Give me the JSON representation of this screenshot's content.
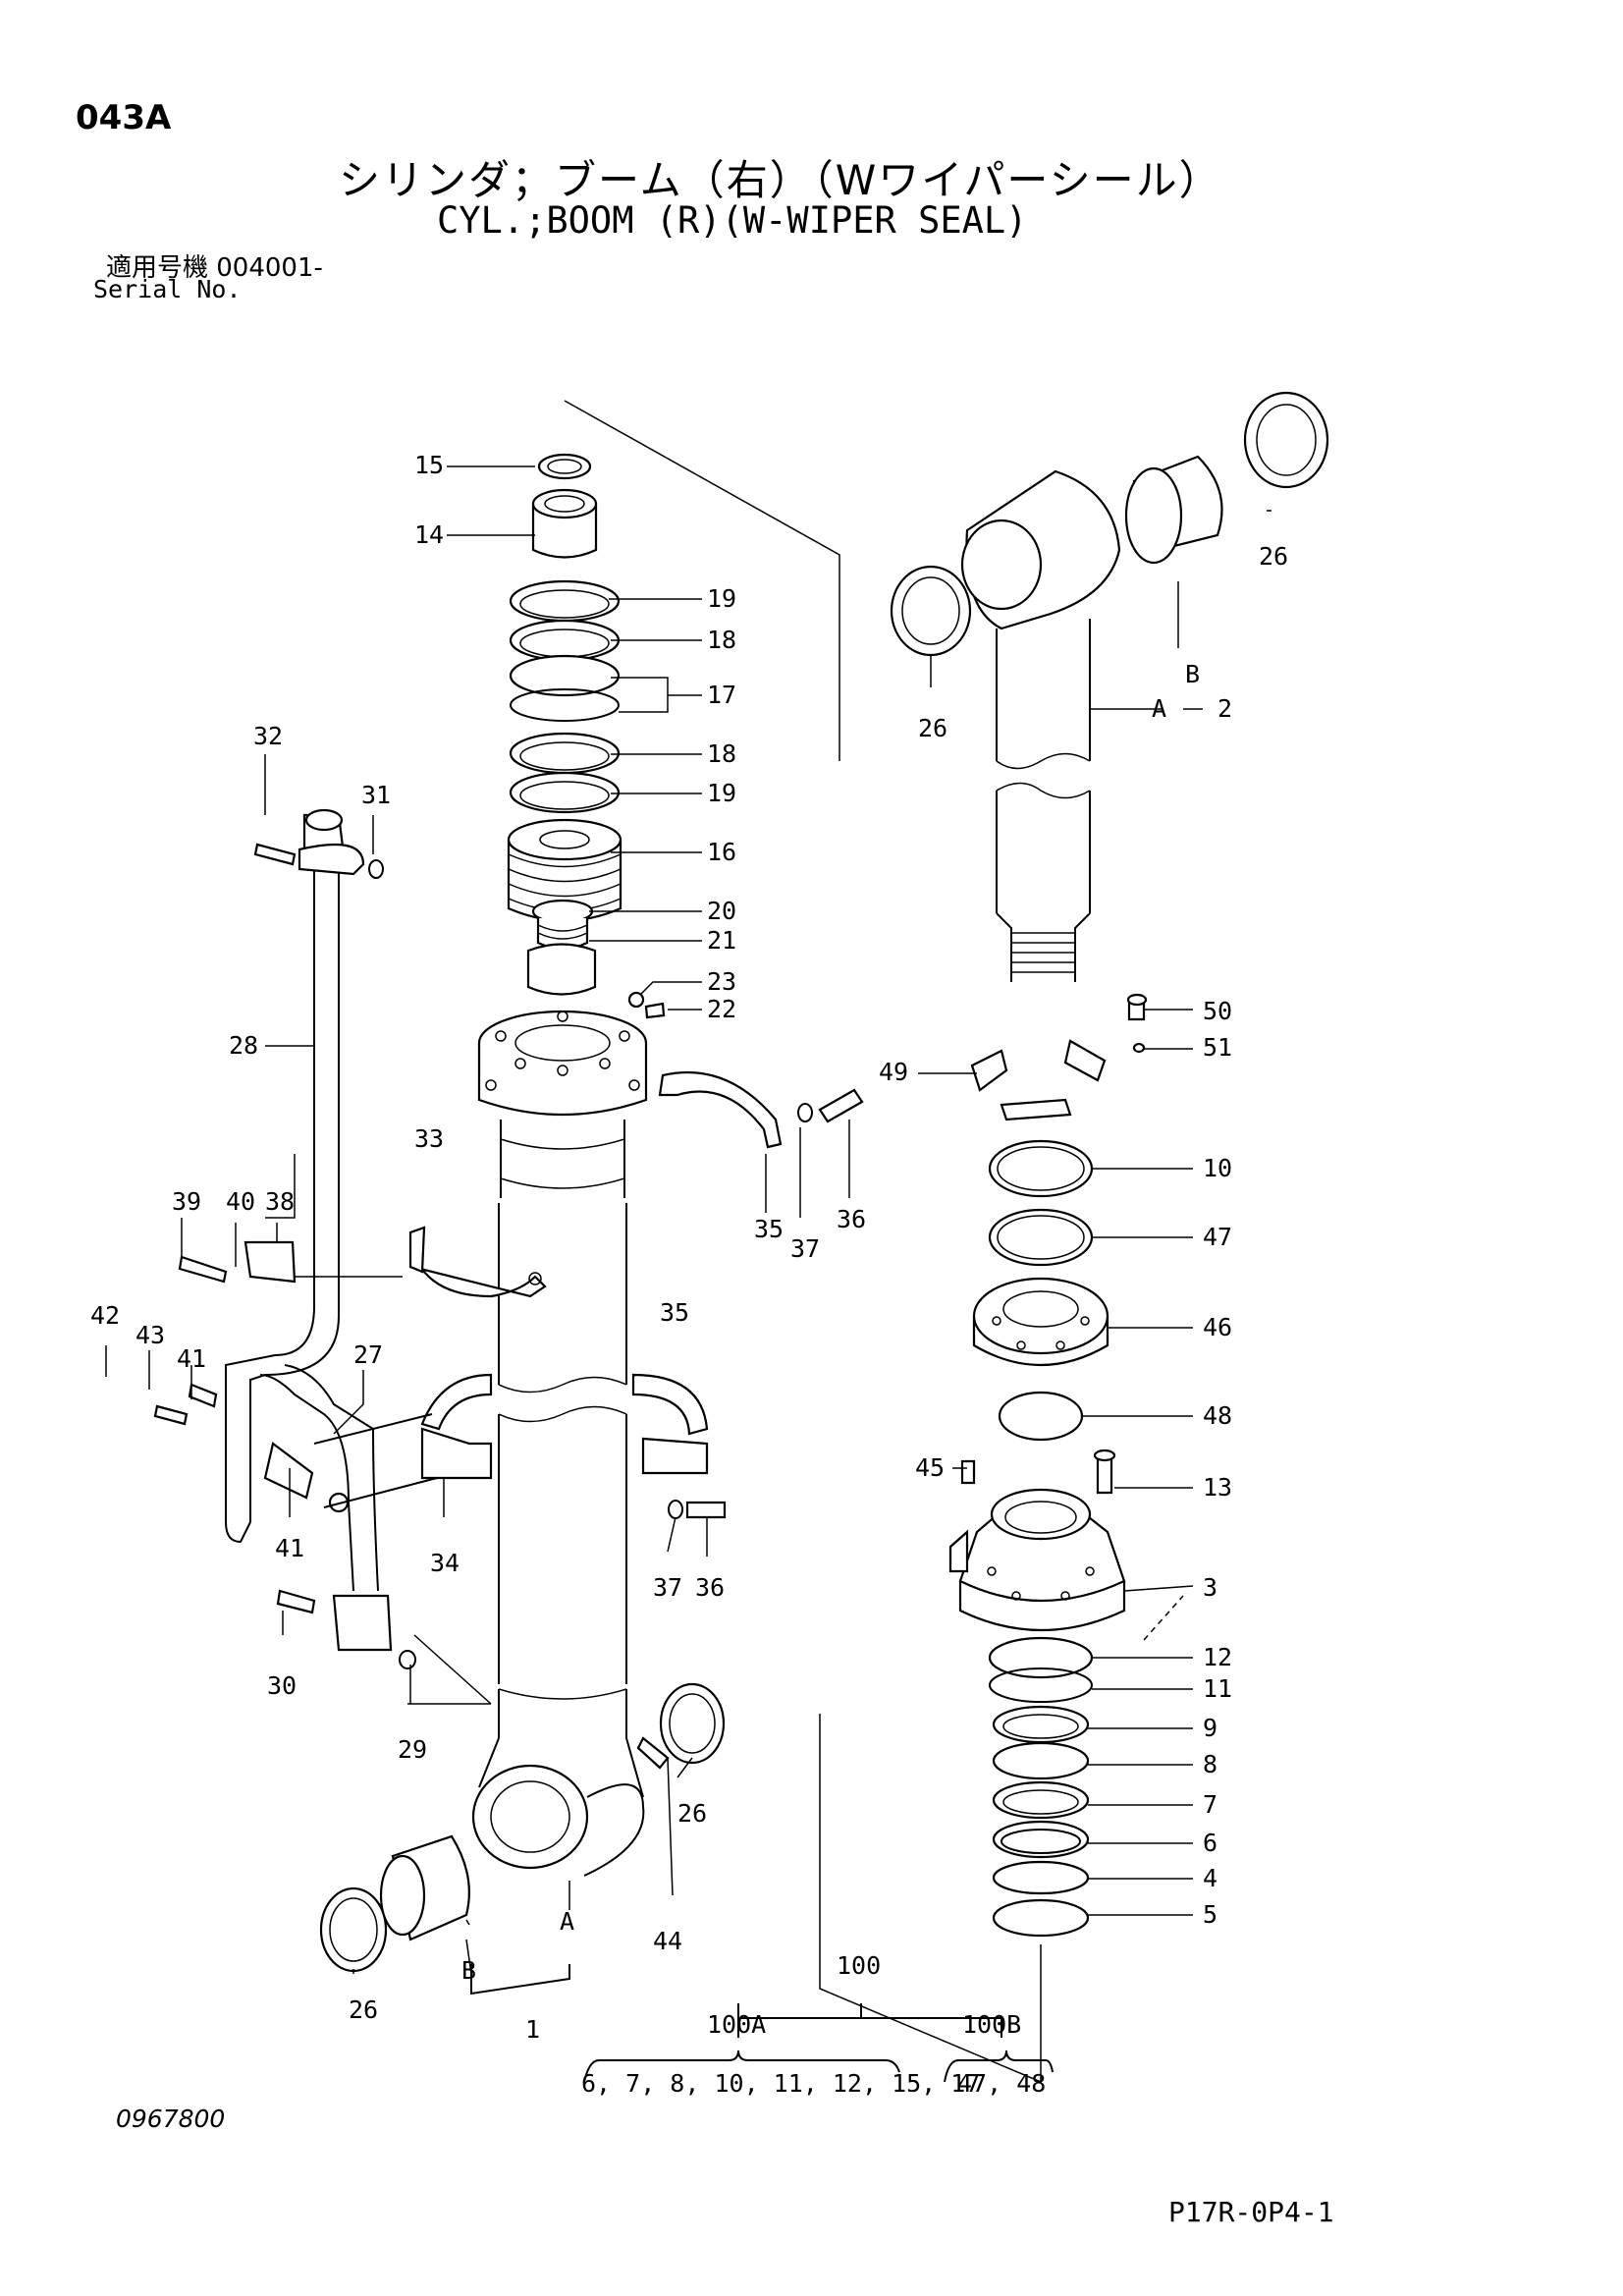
{
  "header": {
    "page_code": "043A",
    "title_jp": "シリンダ；ブーム（右）（Wワイパーシール）",
    "title_en": "CYL.;BOOM (R)(W-WIPER SEAL)",
    "serial_jp": "適用号機  004001-",
    "serial_en": "Serial No."
  },
  "footer": {
    "doc_number": "0967800",
    "page_ref": "P17R-0P4-1"
  },
  "callouts": {
    "c15": "15",
    "c14": "14",
    "c19a": "19",
    "c18a": "18",
    "c17": "17",
    "c18b": "18",
    "c19b": "19",
    "c16": "16",
    "c20": "20",
    "c21": "21",
    "c23": "23",
    "c22": "22",
    "c32": "32",
    "c31": "31",
    "c28": "28",
    "c33": "33",
    "c39": "39",
    "c40": "40",
    "c38": "38",
    "c42": "42",
    "c43": "43",
    "c41a": "41",
    "c27": "27",
    "c41b": "41",
    "c34": "34",
    "c35a": "35",
    "c37a": "37",
    "c36a": "36",
    "c35b": "35",
    "c37b": "37",
    "c36b": "36",
    "c30": "30",
    "c29": "29",
    "c26c": "26",
    "c44": "44",
    "cA1": "A",
    "cB1": "B",
    "c26d": "26",
    "c1": "1",
    "c26a": "26",
    "c26b": "26",
    "cB2": "B",
    "cA2": "A",
    "c2": "2",
    "c50": "50",
    "c51": "51",
    "c49": "49",
    "c10": "10",
    "c47": "47",
    "c46": "46",
    "c48": "48",
    "c45": "45",
    "c13": "13",
    "c3": "3",
    "c12": "12",
    "c11": "11",
    "c9": "9",
    "c8": "8",
    "c7": "7",
    "c6": "6",
    "c4": "4",
    "c5": "5"
  },
  "kits": {
    "k100": "100",
    "k100a": "100A",
    "k100b": "100B",
    "k100a_parts": "6, 7, 8, 10, 11, 12, 15, 17",
    "k100b_parts": "47, 48"
  }
}
